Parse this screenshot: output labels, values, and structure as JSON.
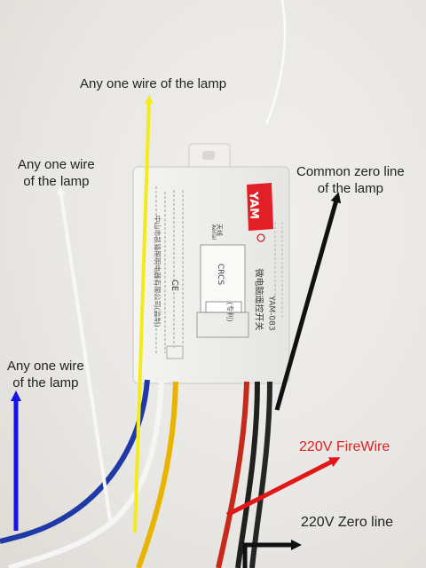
{
  "annotations": {
    "yellow_wire": "Any one wire of the lamp",
    "white_wire_line1": "Any one wire",
    "white_wire_line2": "of the lamp",
    "blue_wire_line1": "Any one wire",
    "blue_wire_line2": "of the lamp",
    "common_zero_line1": "Common zero line",
    "common_zero_line2": "of the lamp",
    "firewire": "220V FireWire",
    "zero_line": "220V Zero line"
  },
  "device": {
    "brand": "YAM",
    "model": "YAM-083",
    "module_label": "CRCS",
    "title_cn": "微电脑遥控开关",
    "antenna_label_cn": "天线",
    "antenna_label_en": "Aerial",
    "patent_cn": "(专利)",
    "ce_mark": "CE",
    "manufacturer_cn": "中山市凯锋照明电器有限公司(监制)"
  },
  "arrow_colors": {
    "yellow": "#f2ec1a",
    "white": "#f7f7f7",
    "blue": "#1414e6",
    "black": "#111111",
    "red": "#e01818"
  }
}
